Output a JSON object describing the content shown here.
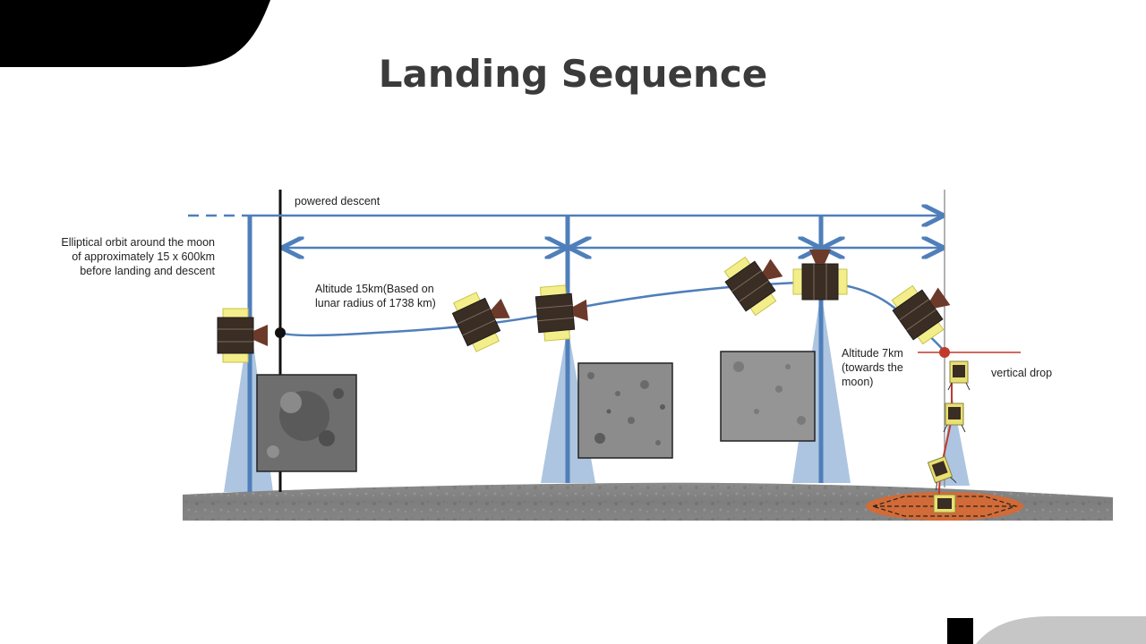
{
  "slide": {
    "title": "Landing Sequence"
  },
  "labels": {
    "orbit": "Elliptical orbit around the moon of approximately 15 x 600km before landing and descent",
    "powered_descent": "powered descent",
    "altitude_15": "Altitude 15km(Based on lunar radius of 1738 km)",
    "altitude_7": "Altitude 7km (towards the moon)",
    "vertical_drop": "vertical drop"
  },
  "colors": {
    "trajectory_blue": "#4f7fba",
    "beam_blue": "#9fbbda",
    "title_gray": "#3b3b3b",
    "drop_red": "#c0392b",
    "landing_zone_orange": "#e0672a"
  }
}
